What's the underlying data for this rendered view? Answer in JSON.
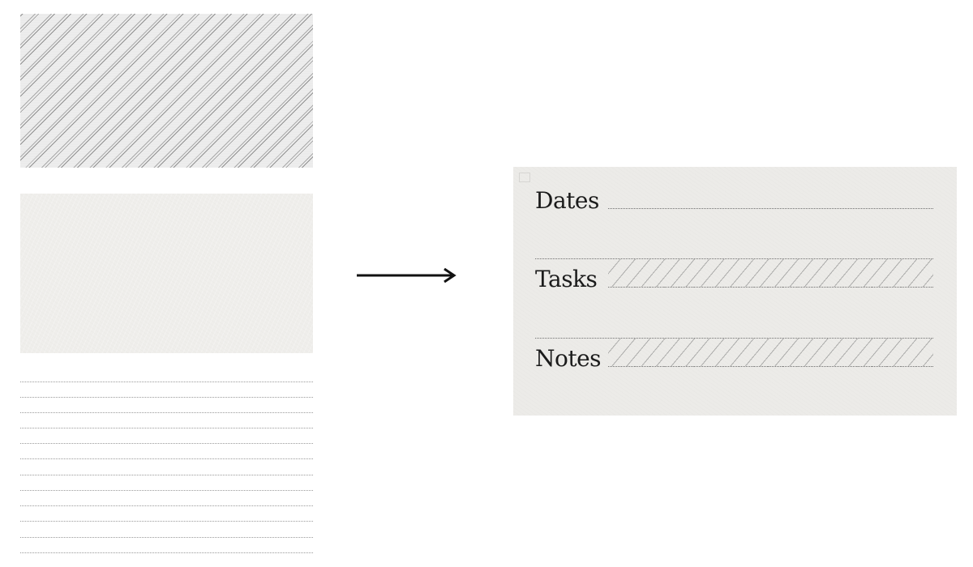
{
  "card": {
    "rows": [
      {
        "label": "Dates"
      },
      {
        "label": "Tasks"
      },
      {
        "label": "Notes"
      }
    ]
  },
  "icons": {
    "arrow": "right-arrow-icon",
    "corner": "corner-mark-icon"
  },
  "colors": {
    "background": "#ffffff",
    "paper": "#ecebe8",
    "ink": "#1b1b1b"
  }
}
